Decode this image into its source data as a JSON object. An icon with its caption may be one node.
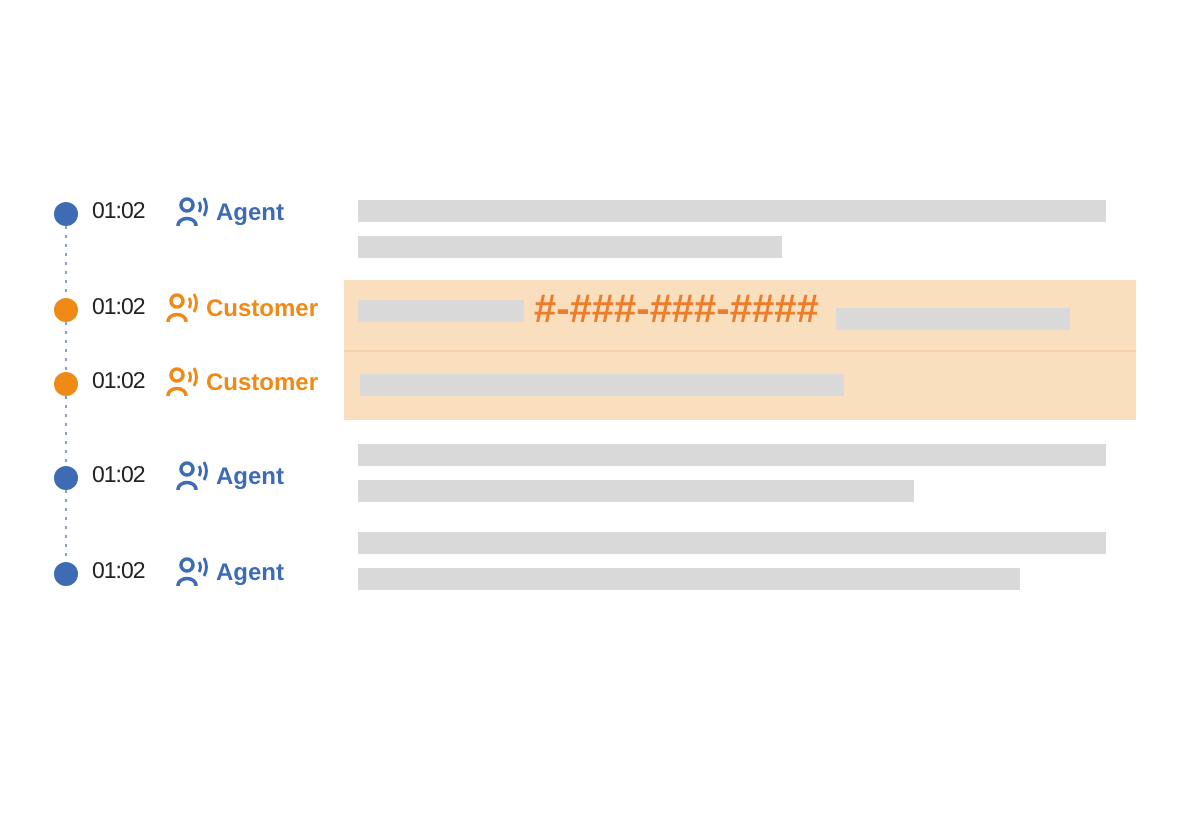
{
  "diagram": {
    "nodes": [
      {
        "text": [],
        "shape": "circle"
      },
      {
        "text": [],
        "shape": "circle"
      },
      {
        "text": [],
        "shape": "circle"
      },
      {
        "text": [],
        "shape": "circle"
      },
      {
        "text": [],
        "shape": "circle"
      },
      {
        "text": [
          "#-###-###-####"
        ]
      }
    ],
    "edges": [
      {
        "from": 0,
        "to": 1,
        "arrow": "none",
        "style": "dashed"
      },
      {
        "from": 1,
        "to": 2,
        "arrow": "none",
        "style": "dashed"
      },
      {
        "from": 2,
        "to": 3,
        "arrow": "none",
        "style": "dashed"
      },
      {
        "from": 3,
        "to": 4,
        "arrow": "none",
        "style": "dashed"
      }
    ],
    "labels": [
      "01:02",
      "Agent",
      "01:02",
      "Customer",
      "01:02",
      "Customer",
      "01:02",
      "Agent",
      "01:02",
      "Agent"
    ]
  }
}
